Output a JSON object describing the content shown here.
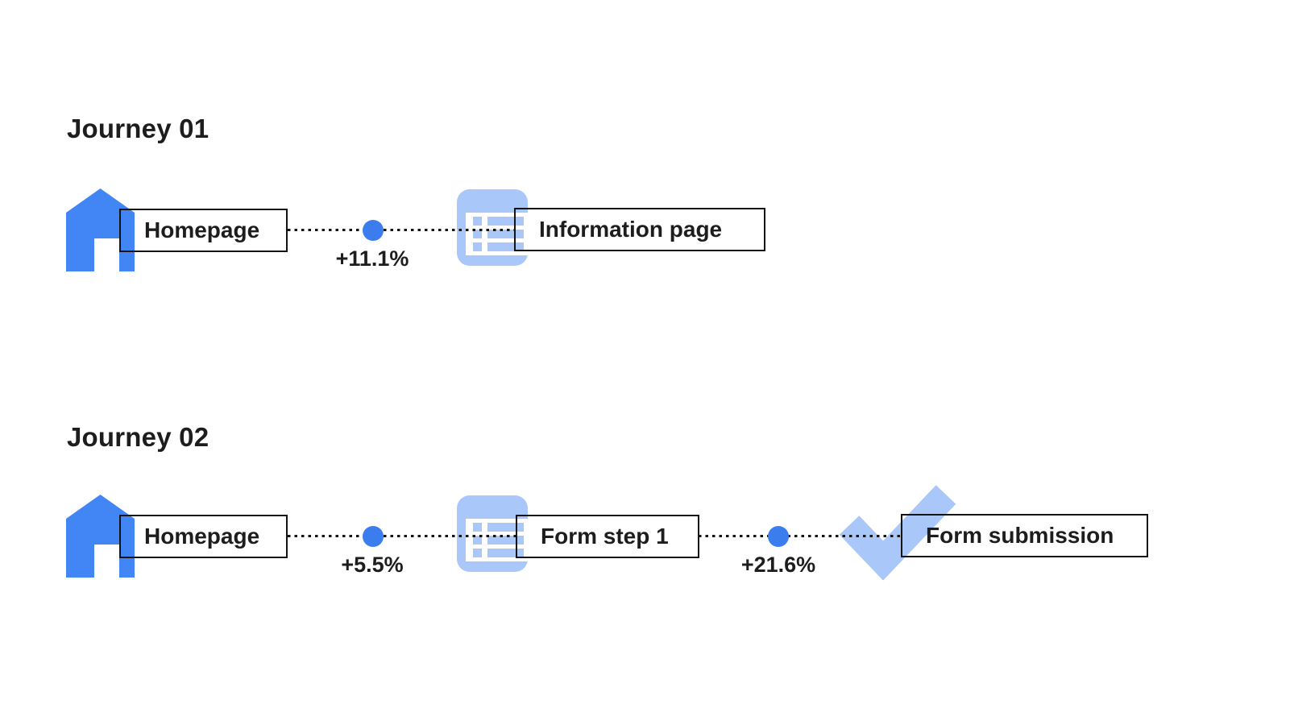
{
  "journeys": [
    {
      "title": "Journey 01",
      "steps": [
        {
          "name": "homepage",
          "icon": "home-icon",
          "label": "Homepage"
        },
        {
          "name": "information-page",
          "icon": "list-icon",
          "label": "Information page"
        }
      ],
      "transitions": [
        {
          "delta": "+11.1%"
        }
      ]
    },
    {
      "title": "Journey 02",
      "steps": [
        {
          "name": "homepage",
          "icon": "home-icon",
          "label": "Homepage"
        },
        {
          "name": "form-step-1",
          "icon": "list-icon",
          "label": "Form step 1"
        },
        {
          "name": "form-submission",
          "icon": "check-icon",
          "label": "Form submission"
        }
      ],
      "transitions": [
        {
          "delta": "+5.5%"
        },
        {
          "delta": "+21.6%"
        }
      ]
    }
  ],
  "colors": {
    "house_blue": "#4285F4",
    "dot_blue": "#3B7CEE",
    "light_blue": "#A9C7F8",
    "line_black": "#141414",
    "text_black": "#1D1D1D",
    "background": "#FFFFFF"
  }
}
